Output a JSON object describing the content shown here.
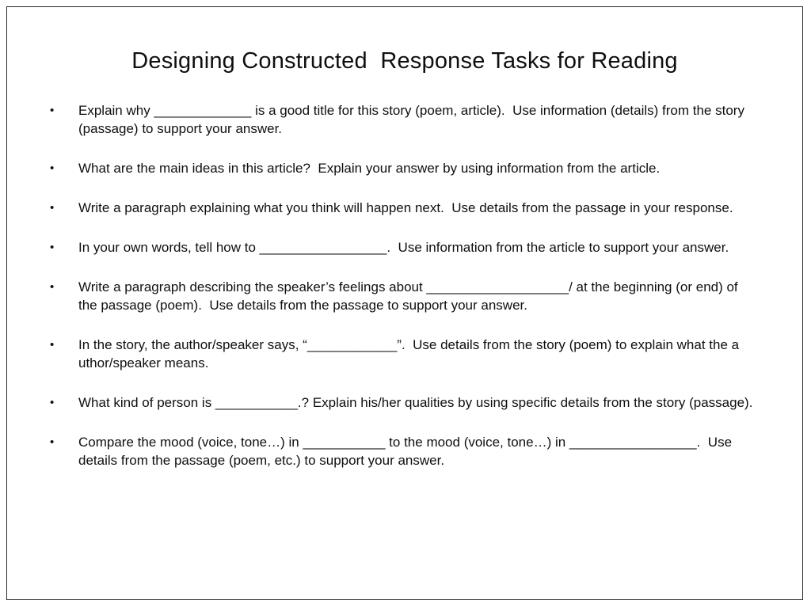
{
  "slide": {
    "title": "Designing Constructed  Response Tasks for Reading",
    "bullet_char": "•",
    "bullets": [
      "Explain why _____________ is a good title for this story (poem, article).  Use information (details) from the story (passage) to support your answer.",
      "What are the main ideas in this article?  Explain your answer by using information from the article.",
      "Write a paragraph explaining what you think will happen next.  Use details from the passage in your response.",
      "In your own words, tell how to _________________.  Use information from the article to support your answer.",
      "Write a paragraph describing the speaker’s feelings about ___________________/ at the beginning (or end) of the passage (poem).  Use details from the passage to support your answer.",
      "In the story, the author/speaker says, “____________”.  Use details from the story (poem) to explain what the a uthor/speaker means.",
      "What kind of person is ___________.? Explain his/her qualities by using specific details from the story (passage).",
      "Compare the mood (voice, tone…) in ___________ to the mood (voice, tone…) in _________________.  Use details from the passage (poem, etc.) to support your answer."
    ]
  }
}
